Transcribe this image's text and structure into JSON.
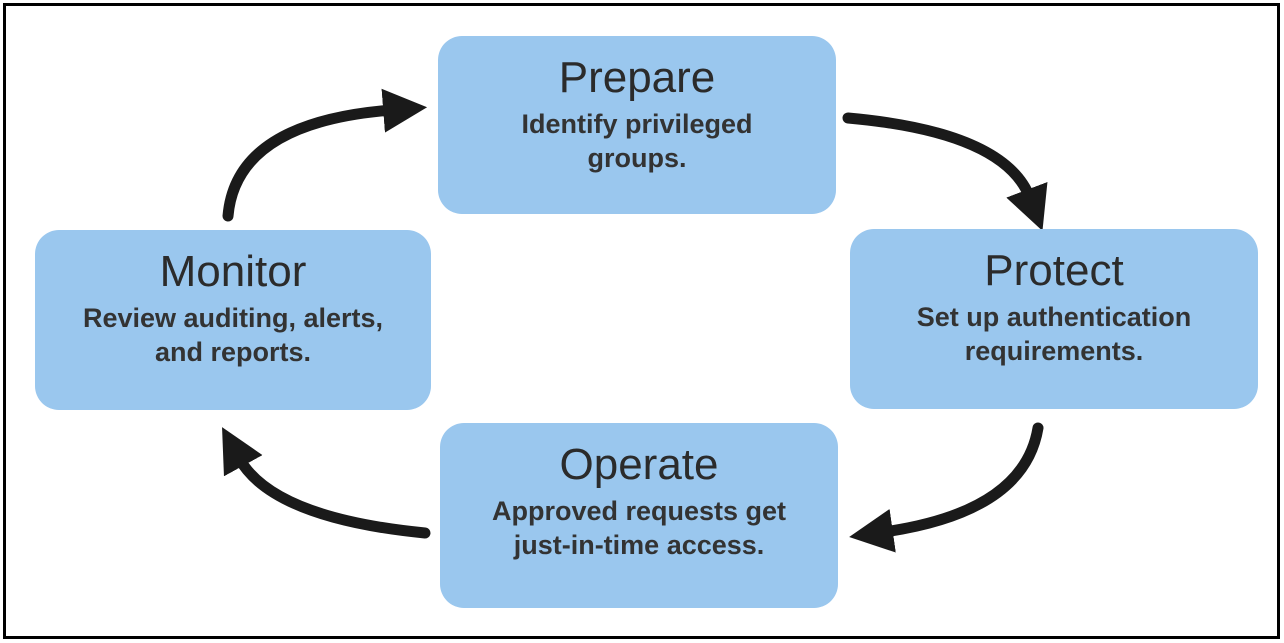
{
  "diagram": {
    "type": "cycle",
    "nodes": [
      {
        "id": "prepare",
        "title": "Prepare",
        "description": "Identify privileged\ngroups."
      },
      {
        "id": "protect",
        "title": "Protect",
        "description": "Set up authentication\nrequirements."
      },
      {
        "id": "operate",
        "title": "Operate",
        "description": "Approved requests get\njust-in-time access."
      },
      {
        "id": "monitor",
        "title": "Monitor",
        "description": "Review auditing, alerts,\nand reports."
      }
    ],
    "arrows": [
      {
        "from": "monitor",
        "to": "prepare",
        "direction": "clockwise"
      },
      {
        "from": "prepare",
        "to": "protect",
        "direction": "clockwise"
      },
      {
        "from": "protect",
        "to": "operate",
        "direction": "clockwise"
      },
      {
        "from": "operate",
        "to": "monitor",
        "direction": "clockwise"
      }
    ],
    "colors": {
      "node_fill": "#9AC7EE",
      "arrow": "#1a1a1a",
      "text": "#2e2e2e",
      "frame_border": "#000000",
      "background": "#ffffff"
    }
  }
}
